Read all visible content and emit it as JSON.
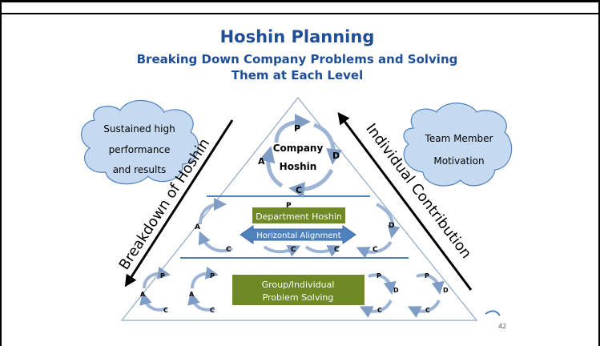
{
  "title": "Hoshin Planning",
  "subtitle_line1": "Breaking Down Company Problems and Solving",
  "subtitle_line2": "Them at Each Level",
  "cloud_left": [
    "Sustained high",
    "performance",
    "and results"
  ],
  "cloud_right": [
    "Team Member",
    "Motivation"
  ],
  "arrow_left_label": "Breakdown of Hoshin",
  "arrow_right_label": "Individual Contribution",
  "top_level": [
    "Company",
    "Hoshin"
  ],
  "department_label": "Department Hoshin",
  "alignment_label": "Horizontal Alignment",
  "group_label": [
    "Group/Individual",
    "Problem Solving"
  ],
  "pdca": {
    "p": "P",
    "d": "D",
    "c": "C",
    "a": "A"
  },
  "page_number": "42",
  "colors": {
    "title": "#1f4e96",
    "cloud_fill": "#c5d9f1",
    "cloud_stroke": "#4f81bd",
    "green_box": "#6f8a24",
    "blue_arrow": "#4f81bd",
    "cycle_arrow": "#9db4d4"
  }
}
